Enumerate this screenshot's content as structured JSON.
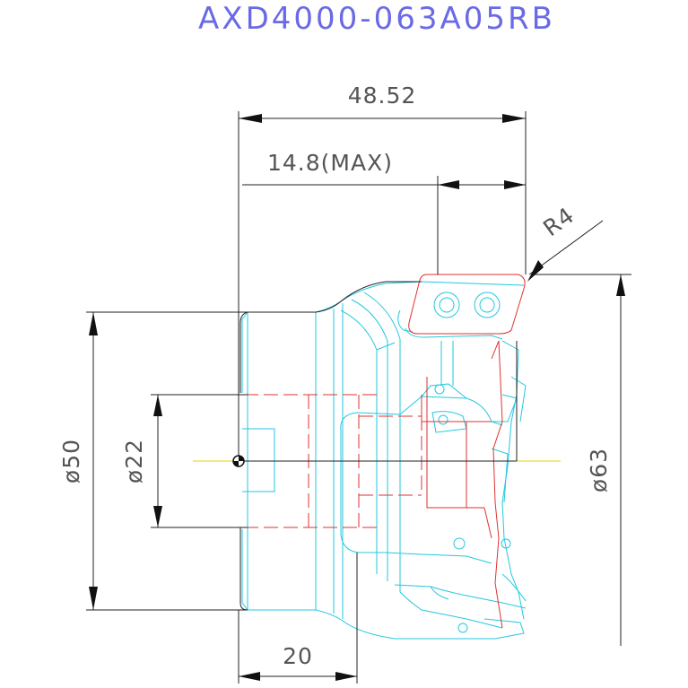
{
  "drawing": {
    "title": "AXD4000-063A05RB",
    "dimensions": {
      "overall_length": "48.52",
      "max_depth": "14.8(MAX)",
      "corner_radius": "R4",
      "body_diameter": "ø50",
      "bore_diameter": "ø22",
      "cutting_diameter": "ø63",
      "shank_length": "20"
    }
  }
}
